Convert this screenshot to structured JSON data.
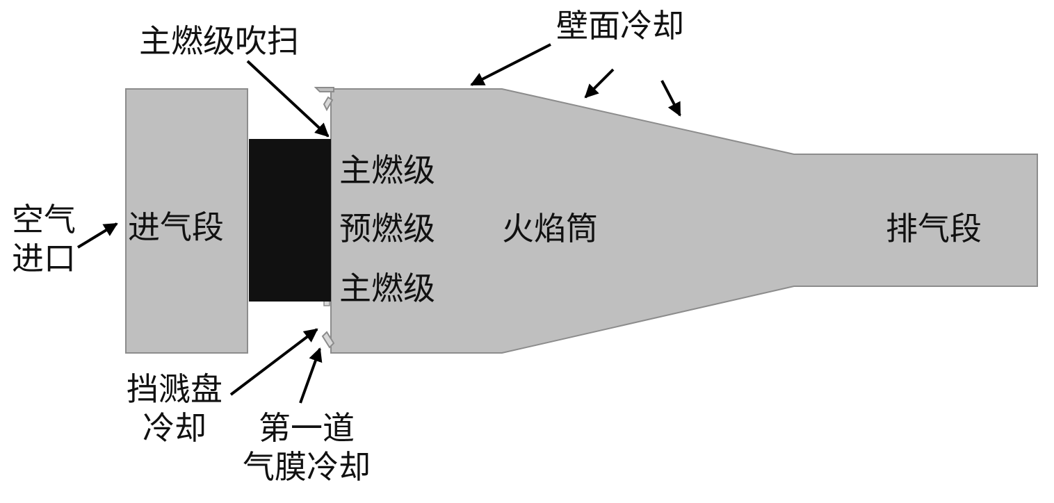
{
  "colors": {
    "body_fill": "#bfbfbf",
    "body_stroke": "#8c8c8c",
    "nozzle_fill": "#111111",
    "arrow": "#000000",
    "text": "#111111"
  },
  "labels": {
    "air_inlet": [
      "空气",
      "进口"
    ],
    "inlet_section": "进气段",
    "main_stage_purge": "主燃级吹扫",
    "main_stage_top": "主燃级",
    "pilot_stage": "预燃级",
    "main_stage_bottom": "主燃级",
    "flame_tube": "火焰筒",
    "exhaust_section": "排气段",
    "wall_cooling": "壁面冷却",
    "splash_plate_cooling": [
      "挡溅盘",
      "冷却"
    ],
    "first_film_cooling": [
      "第一道",
      "气膜冷却"
    ]
  }
}
